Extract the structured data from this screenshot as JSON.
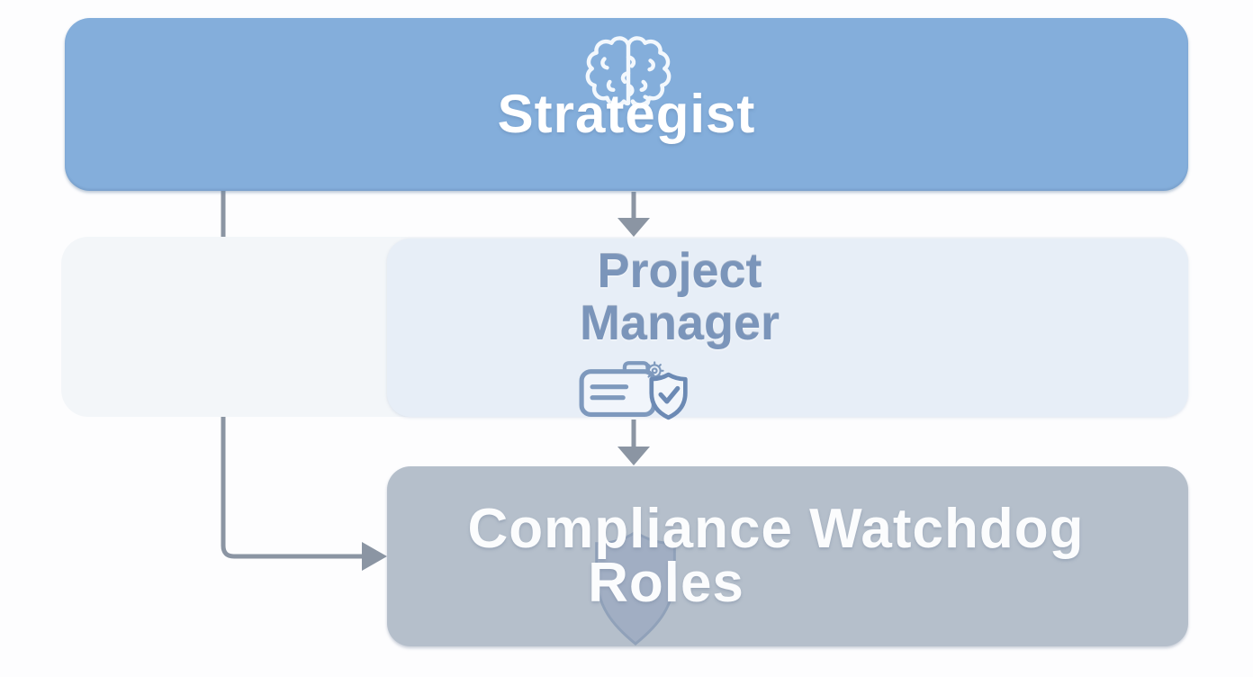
{
  "diagram": {
    "nodes": {
      "strategist": {
        "label": "Strategist",
        "icon": "brain-icon",
        "bg_color": "#84aedb",
        "text_color": "#ffffff"
      },
      "project_manager": {
        "line1": "Project",
        "line2": "Manager",
        "icon": "task-card-shield-icon",
        "bg_color": "#e7eef7",
        "row_band_color": "#f3f6f9",
        "text_color": "#7b95ba"
      },
      "compliance_watchdog": {
        "line1": "Compliance Watchdog",
        "line2": "Roles",
        "icon": "shield-icon",
        "bg_color": "#b5bfcb",
        "text_color": "#fbfcfd"
      }
    },
    "connectors": {
      "color": "#8b95a3",
      "edges": [
        {
          "from": "Strategist",
          "to": "Project Manager",
          "style": "straight-down-arrow"
        },
        {
          "from": "Project Manager",
          "to": "Compliance Watchdog Roles",
          "style": "straight-down-arrow"
        },
        {
          "from": "Strategist",
          "to": "Project Manager",
          "style": "left-spine-branch-arrow"
        },
        {
          "from": "Strategist",
          "to": "Compliance Watchdog Roles",
          "style": "left-spine-elbow-arrow"
        }
      ]
    }
  }
}
